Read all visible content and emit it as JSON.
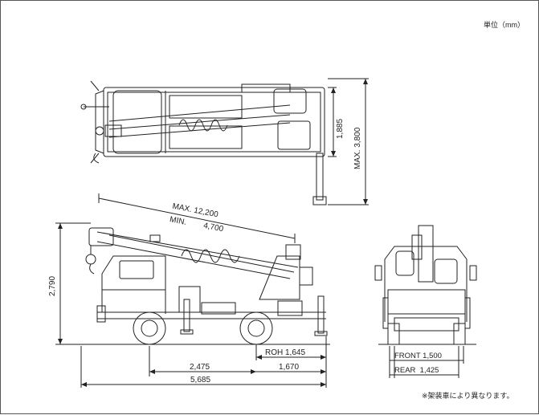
{
  "header": {
    "unit_label": "単位（mm）"
  },
  "dimensions": {
    "top_width": "1,885",
    "top_max_width": "MAX. 3,800",
    "boom_max": "MAX. 12,200",
    "boom_min_prefix": "MIN.",
    "boom_min_value": "4,700",
    "overall_height": "2,790",
    "rear_overhang": "ROH 1,645",
    "wheelbase": "2,475",
    "rear_to_end": "1,670",
    "overall_length": "5,685",
    "front_track": "FRONT 1,500",
    "rear_track": "REAR  1,425"
  },
  "footer": {
    "note": "※架装車により異なります。"
  }
}
